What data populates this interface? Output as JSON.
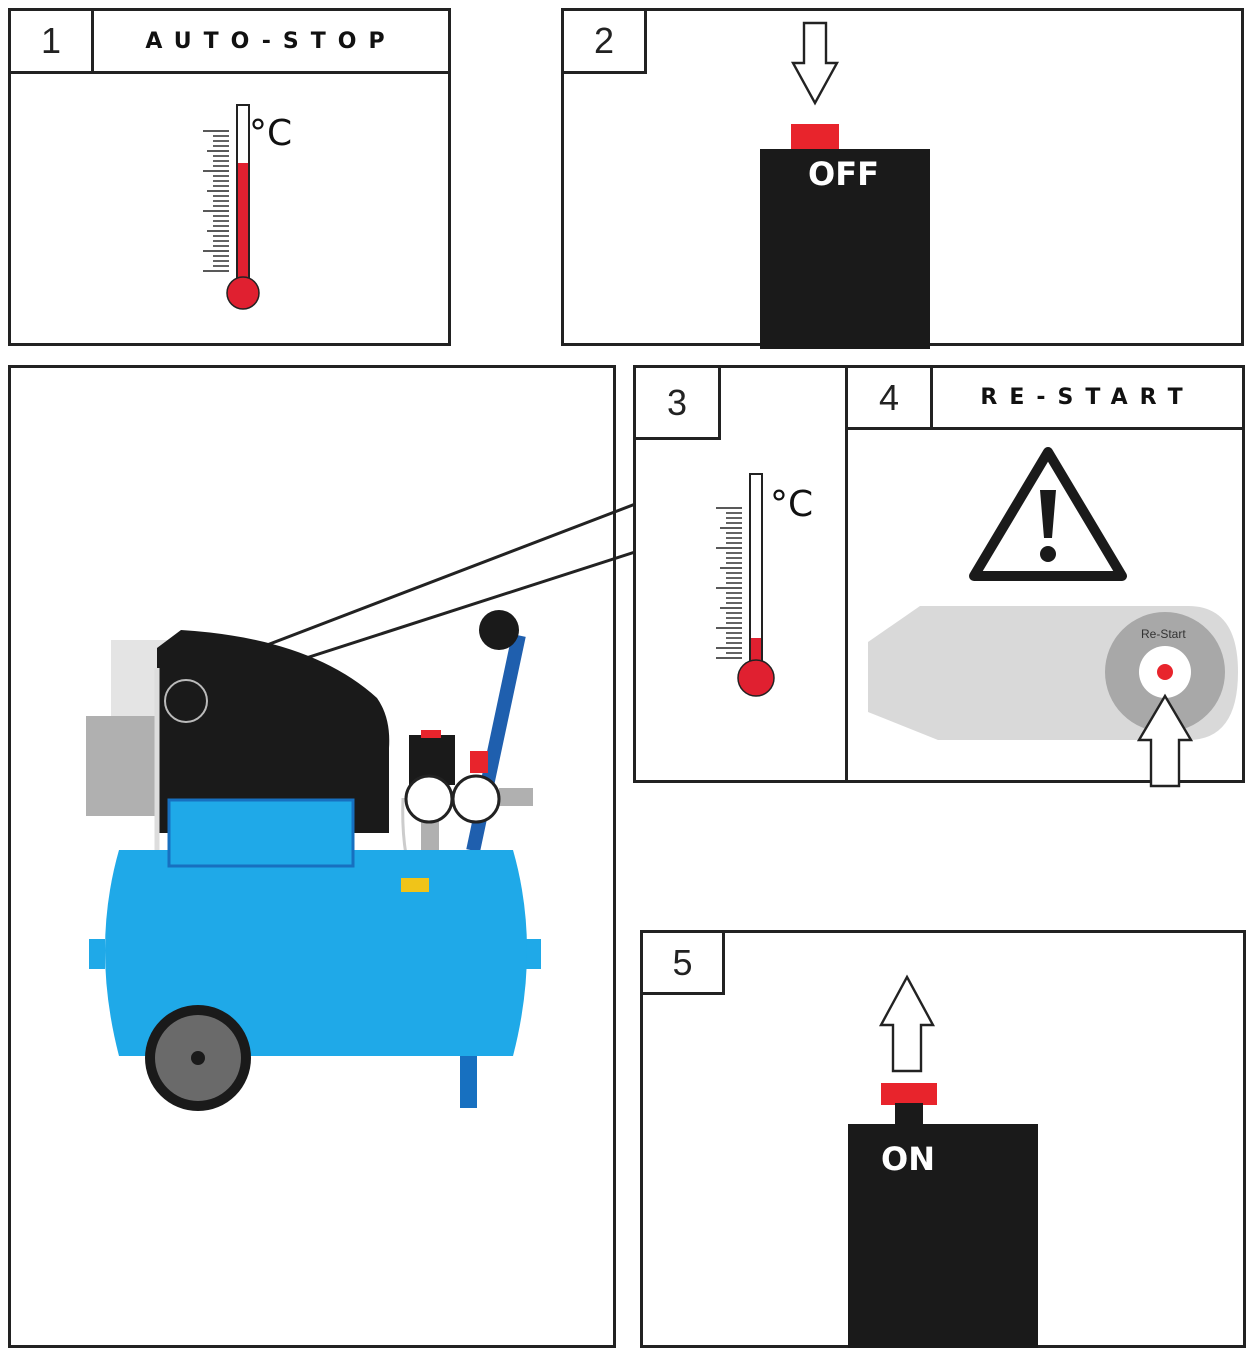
{
  "steps": [
    {
      "number": "1",
      "title": "AUTO-STOP",
      "unit": "°C"
    },
    {
      "number": "2",
      "switch_label": "OFF"
    },
    {
      "number": "3",
      "unit": "°C"
    },
    {
      "number": "4",
      "title": "RE-START",
      "button_label": "Re-Start"
    },
    {
      "number": "5",
      "switch_label": "ON"
    }
  ],
  "colors": {
    "tank": "#1fa9e8",
    "tank_dark": "#1770c0",
    "mercury": "#e02030",
    "switch_cap": "#e8242c",
    "housing": "#1a1a1a",
    "motor_grey": "#b0b0b0",
    "handle": "#1f5fae",
    "fitting": "#f0c419",
    "panel_grey": "#d9d9d9"
  },
  "icons": [
    "thermometer-icon",
    "down-arrow-icon",
    "warning-icon",
    "up-arrow-icon",
    "compressor-illustration"
  ]
}
